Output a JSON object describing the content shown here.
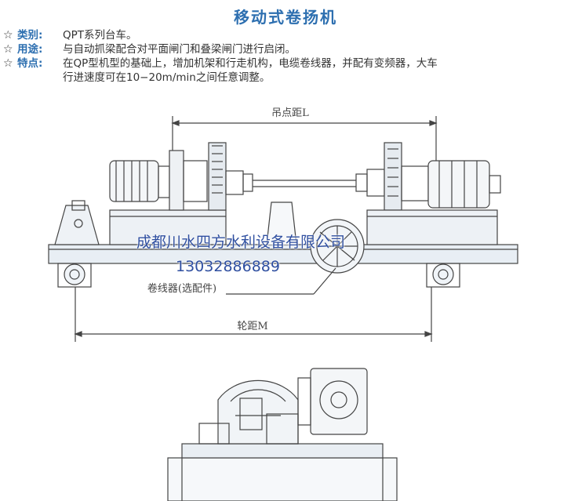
{
  "title": "移动式卷扬机",
  "specs": {
    "star": "☆",
    "type_label": "类别:",
    "type_value": "QPT系列台车。",
    "use_label": "用途:",
    "use_value": "与自动抓梁配合对平面闸门和叠梁闸门进行启闭。",
    "feature_label": "特点:",
    "feature_value_1": "在QP型机型的基础上，增加机架和行走机构，电缆卷线器，并配有变频器，大车",
    "feature_value_2": "行进速度可在10−20m/min之间任意调整。"
  },
  "drawing": {
    "dim_top": "吊点距L",
    "dim_reel": "卷线器(选配件)",
    "dim_bottom": "轮距M"
  },
  "watermark": {
    "company": "成都川水四方水利设备有限公司",
    "phone": "13032886889"
  }
}
